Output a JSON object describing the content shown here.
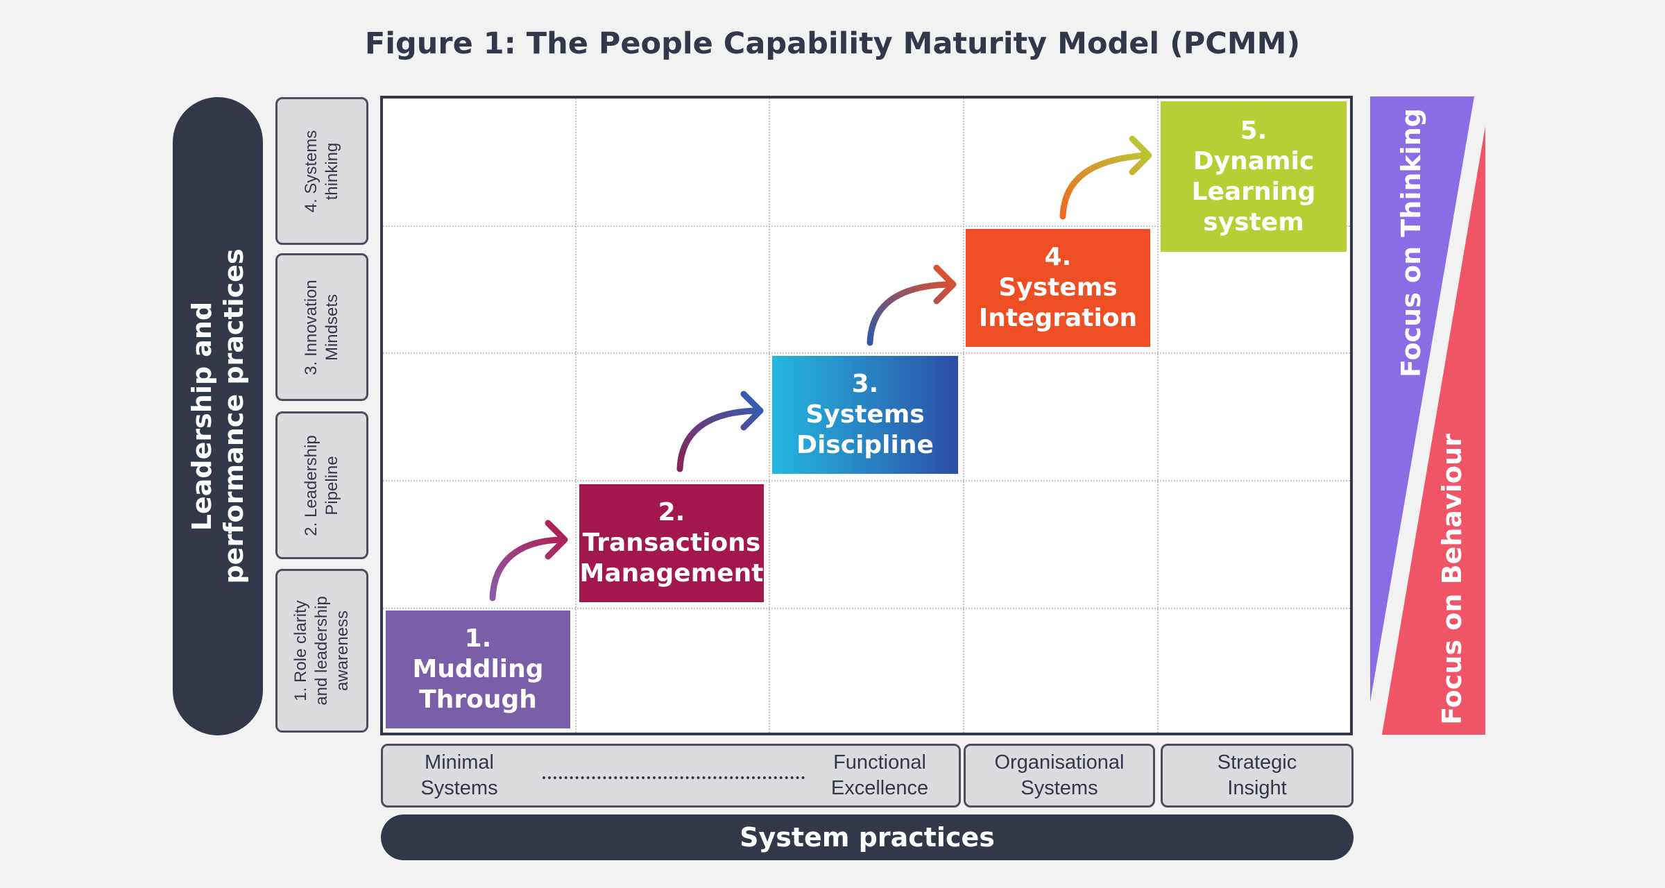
{
  "title": "Figure 1: The People Capability Maturity Model (PCMM)",
  "y_axis": {
    "label_line1": "Leadership and",
    "label_line2": "performance practices",
    "rows": [
      {
        "line1": "4. Systems",
        "line2": "thinking",
        "line3": ""
      },
      {
        "line1": "3. Innovation",
        "line2": "Mindsets",
        "line3": ""
      },
      {
        "line1": "2. Leadership",
        "line2": "Pipeline",
        "line3": ""
      },
      {
        "line1": "1. Role clarity",
        "line2": "and leadership",
        "line3": "awareness"
      }
    ]
  },
  "x_axis": {
    "label": "System practices",
    "categories": [
      {
        "line1": "Minimal",
        "line2": "Systems"
      },
      {
        "line1": "Functional",
        "line2": "Excellence"
      },
      {
        "line1": "Organisational",
        "line2": "Systems"
      },
      {
        "line1": "Strategic",
        "line2": "Insight"
      }
    ]
  },
  "stages": [
    {
      "number": "1.",
      "line1": "Muddling",
      "line2": "Through",
      "line3": "",
      "color": "#7a5ea8"
    },
    {
      "number": "2.",
      "line1": "Transactions",
      "line2": "Management",
      "line3": "",
      "color": "#a3174f"
    },
    {
      "number": "3.",
      "line1": "Systems",
      "line2": "Discipline",
      "line3": "",
      "color_start": "#23b8e0",
      "color_end": "#2c4ea6"
    },
    {
      "number": "4.",
      "line1": "Systems",
      "line2": "Integration",
      "line3": "",
      "color": "#ee4e24"
    },
    {
      "number": "5.",
      "line1": "Dynamic",
      "line2": "Learning",
      "line3": "system",
      "color": "#b7cf35"
    }
  ],
  "side_labels": {
    "thinking": "Focus on Thinking",
    "behaviour": "Focus on Behaviour"
  },
  "colors": {
    "dark": "#33374a",
    "thinking": "#8a6de4",
    "behaviour": "#ef5567",
    "box_fill": "#dcdcdf"
  }
}
